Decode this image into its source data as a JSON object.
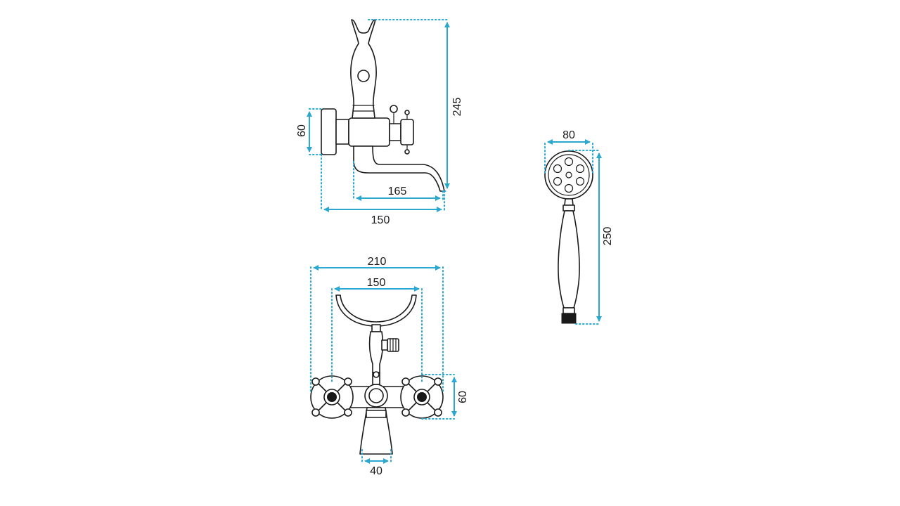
{
  "dimensions": {
    "side_height_total": "245",
    "side_flange_height": "60",
    "side_spout_reach": "165",
    "side_wall_depth": "150",
    "hand_shower_head_width": "80",
    "hand_shower_length": "250",
    "front_total_width": "210",
    "front_cradle_width": "150",
    "front_handle_height": "60",
    "front_spout_width": "40"
  },
  "colors": {
    "dimension": "#2aa8d2",
    "outline": "#1a1a1a"
  }
}
